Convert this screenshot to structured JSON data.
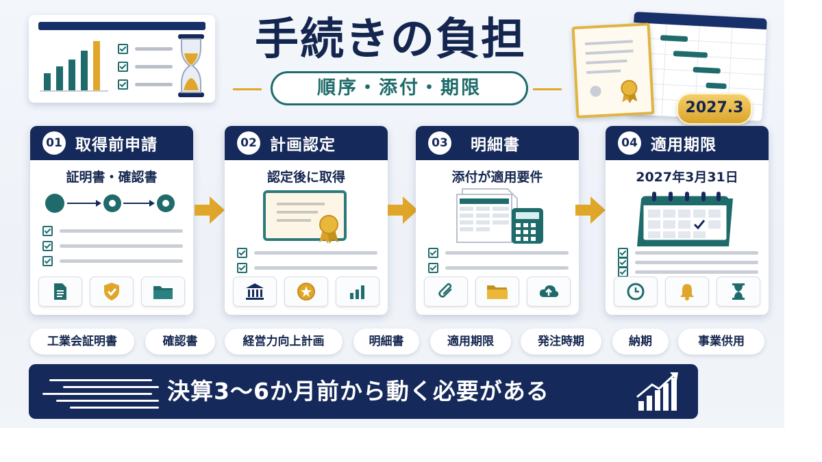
{
  "title": "手続きの負担",
  "subtitle": "順序・添付・期限",
  "date_badge": "2027.3",
  "steps": [
    {
      "num": "01",
      "title": "取得前申請",
      "subtitle": "証明書・確認書",
      "icons": [
        "document-icon",
        "shield-check-icon",
        "folder-icon"
      ]
    },
    {
      "num": "02",
      "title": "計画認定",
      "subtitle": "認定後に取得",
      "icons": [
        "bank-icon",
        "medal-icon",
        "bar-chart-icon"
      ]
    },
    {
      "num": "03",
      "title": "明細書",
      "subtitle": "添付が適用要件",
      "icons": [
        "paperclip-icon",
        "folder-icon",
        "cloud-upload-icon"
      ]
    },
    {
      "num": "04",
      "title": "適用期限",
      "subtitle": "2027年3月31日",
      "icons": [
        "clock-icon",
        "bell-icon",
        "hourglass-icon"
      ]
    }
  ],
  "tags": [
    "工業会証明書",
    "確認書",
    "経営力向上計画",
    "明細書",
    "適用期限",
    "発注時期",
    "納期",
    "事業供用"
  ],
  "banner": "決算3〜6か月前から動く必要がある",
  "colors": {
    "navy": "#15295a",
    "teal": "#1f6b6b",
    "gold": "#e0a62a"
  }
}
